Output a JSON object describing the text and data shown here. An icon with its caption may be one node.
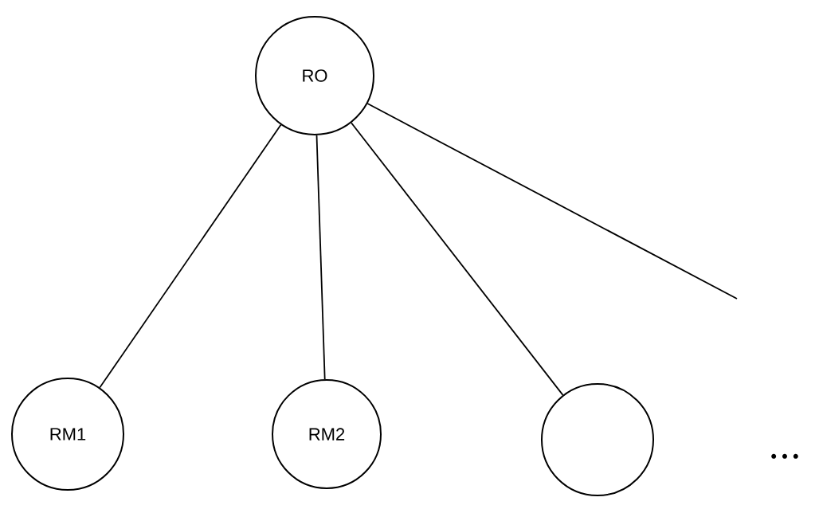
{
  "diagram": {
    "nodes": [
      {
        "text": [
          "RO"
        ]
      },
      {
        "text": [
          "RM1"
        ]
      },
      {
        "text": [
          "RM2"
        ]
      },
      {
        "text": [],
        "shape": "circle"
      }
    ],
    "edges": [
      {
        "from": 0,
        "to": 1,
        "arrow": "none"
      },
      {
        "from": 0,
        "to": 2,
        "arrow": "none"
      },
      {
        "from": 0,
        "to": 3,
        "arrow": "none"
      },
      {
        "from": 0,
        "to": null,
        "arrow": "none"
      }
    ],
    "labels": [
      "• • •"
    ]
  }
}
